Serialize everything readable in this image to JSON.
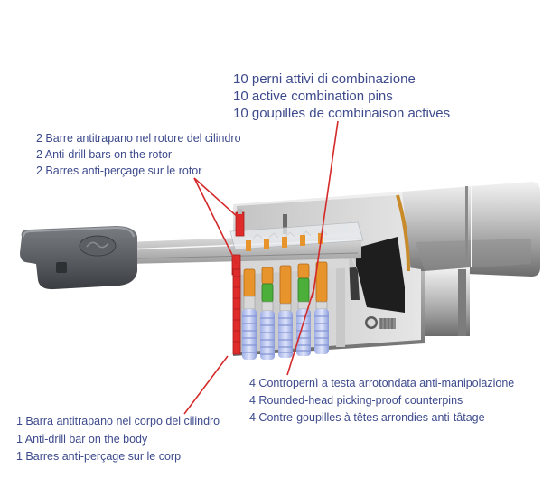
{
  "colors": {
    "label_text": "#3d4a8c",
    "leader_line": "#d42a2a",
    "key_grip": "#5a5e63",
    "pin_orange": "#e8942c",
    "pin_green": "#4caf3a",
    "spring_blue": "#b7c4f0",
    "red_bar": "#e02b2b"
  },
  "labels": {
    "combination_pins": {
      "it": "10 perni attivi di combinazione",
      "en": "10 active combination pins",
      "fr": "10 goupilles de combinaison actives"
    },
    "rotor_bars": {
      "it": "2 Barre antitrapano nel rotore del cilindro",
      "en": "2 Anti-drill bars on the rotor",
      "fr": "2 Barres anti-perçage sur le rotor"
    },
    "counterpins": {
      "it": "4 Contropernì a testa arrotondata anti-manipolazione",
      "en": "4 Rounded-head picking-proof counterpins",
      "fr": "4 Contre-goupilles à têtes arrondies anti-tâtage"
    },
    "body_bar": {
      "it": "1 Barra antitrapano nel corpo del cilindro",
      "en": "1 Anti-drill bar on the body",
      "fr": "1 Barres anti-perçage sur le corp"
    }
  }
}
